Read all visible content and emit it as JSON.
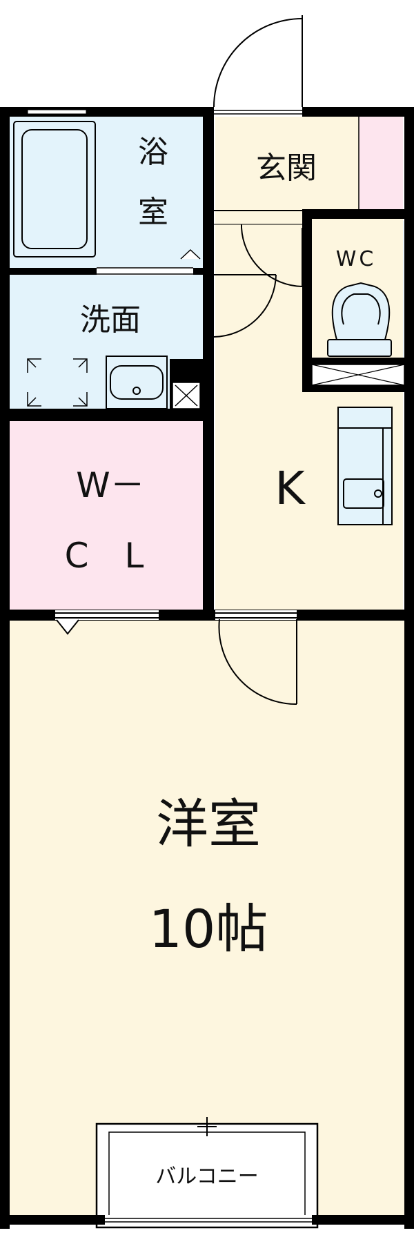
{
  "colors": {
    "wall": "#000000",
    "wet_area": "#e3f3fb",
    "entrance": "#fdf6df",
    "closet": "#fde5ee",
    "kitchen": "#fdf6df",
    "western_room": "#fdf6df",
    "balcony": "#ffffff"
  },
  "rooms": {
    "bath": {
      "line1": "浴",
      "line2": "室"
    },
    "entrance": "玄関",
    "wc": "WC",
    "washroom": "洗面",
    "walk_in_closet": {
      "line1": "W－",
      "line2": "C L"
    },
    "kitchen": "K",
    "western_room": {
      "name": "洋室",
      "size": "10帖"
    },
    "balcony": "バルコニー"
  }
}
